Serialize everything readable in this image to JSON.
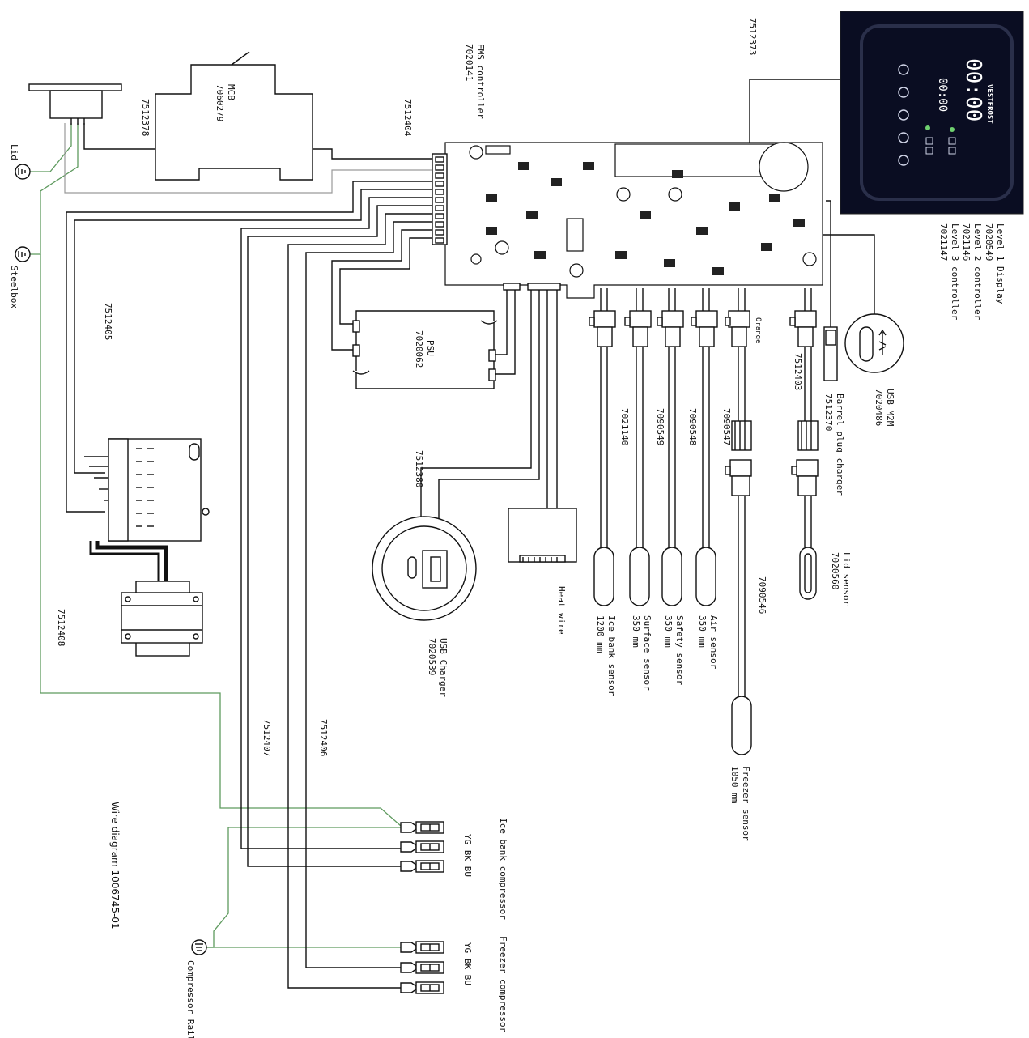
{
  "components": {
    "lid_ground": "Lid",
    "steelbox_ground": "Steelbox",
    "compressor_rail_ground": "Compressor Rail",
    "mcb": {
      "name": "MCB",
      "part": "7060279"
    },
    "ems_controller": {
      "name": "EMS controller",
      "part": "7020141"
    },
    "psu": {
      "name": "PSU",
      "part": "7020062"
    },
    "usb_charger": {
      "name": "USB Charger",
      "part": "7020539"
    },
    "heat_wire": "Heat wire",
    "display_block": {
      "lines": [
        "Level 1 Display",
        "7020549",
        "Level 2 controller",
        "7021146",
        "Level 3 controller",
        "7021147"
      ]
    },
    "display": {
      "time_large": "00:00",
      "time_small": "00:00",
      "brand": "VESTFROST"
    },
    "usb_m2m": {
      "name": "USB M2M",
      "part": "7020486"
    },
    "barrel_plug": {
      "name": "Barrel plug charger",
      "part": "7512370"
    },
    "lid_sensor": {
      "name": "Lid sensor",
      "part": "7020560"
    },
    "sensors": [
      {
        "part": "7021140",
        "name": "Ice bank sensor",
        "length": "1200 mm"
      },
      {
        "part": "7090549",
        "name": "Surface sensor",
        "length": "350 mm"
      },
      {
        "part": "7090548",
        "name": "Safety sensor",
        "length": "350 mm"
      },
      {
        "part": "7090547",
        "name": "Air sensor",
        "length": "350 mm"
      }
    ],
    "freezer_sensor": {
      "part": "7090546",
      "name": "Freezer sensor",
      "length": "1050 mm"
    },
    "ice_bank_compressor": {
      "name": "Ice bank compressor",
      "pins": "YG BK BU"
    },
    "freezer_compressor": {
      "name": "Freezer compressor",
      "pins": "YG BK BU"
    }
  },
  "cables": {
    "c7512378": "7512378",
    "c7512404": "7512404",
    "c7512373": "7512373",
    "c7512405": "7512405",
    "c7512408": "7512408",
    "c7512407": "7512407",
    "c7512406": "7512406",
    "c7512380": "7512380",
    "c7512403": "7512403"
  },
  "footer": {
    "title": "Wire diagram 1006745-01"
  }
}
